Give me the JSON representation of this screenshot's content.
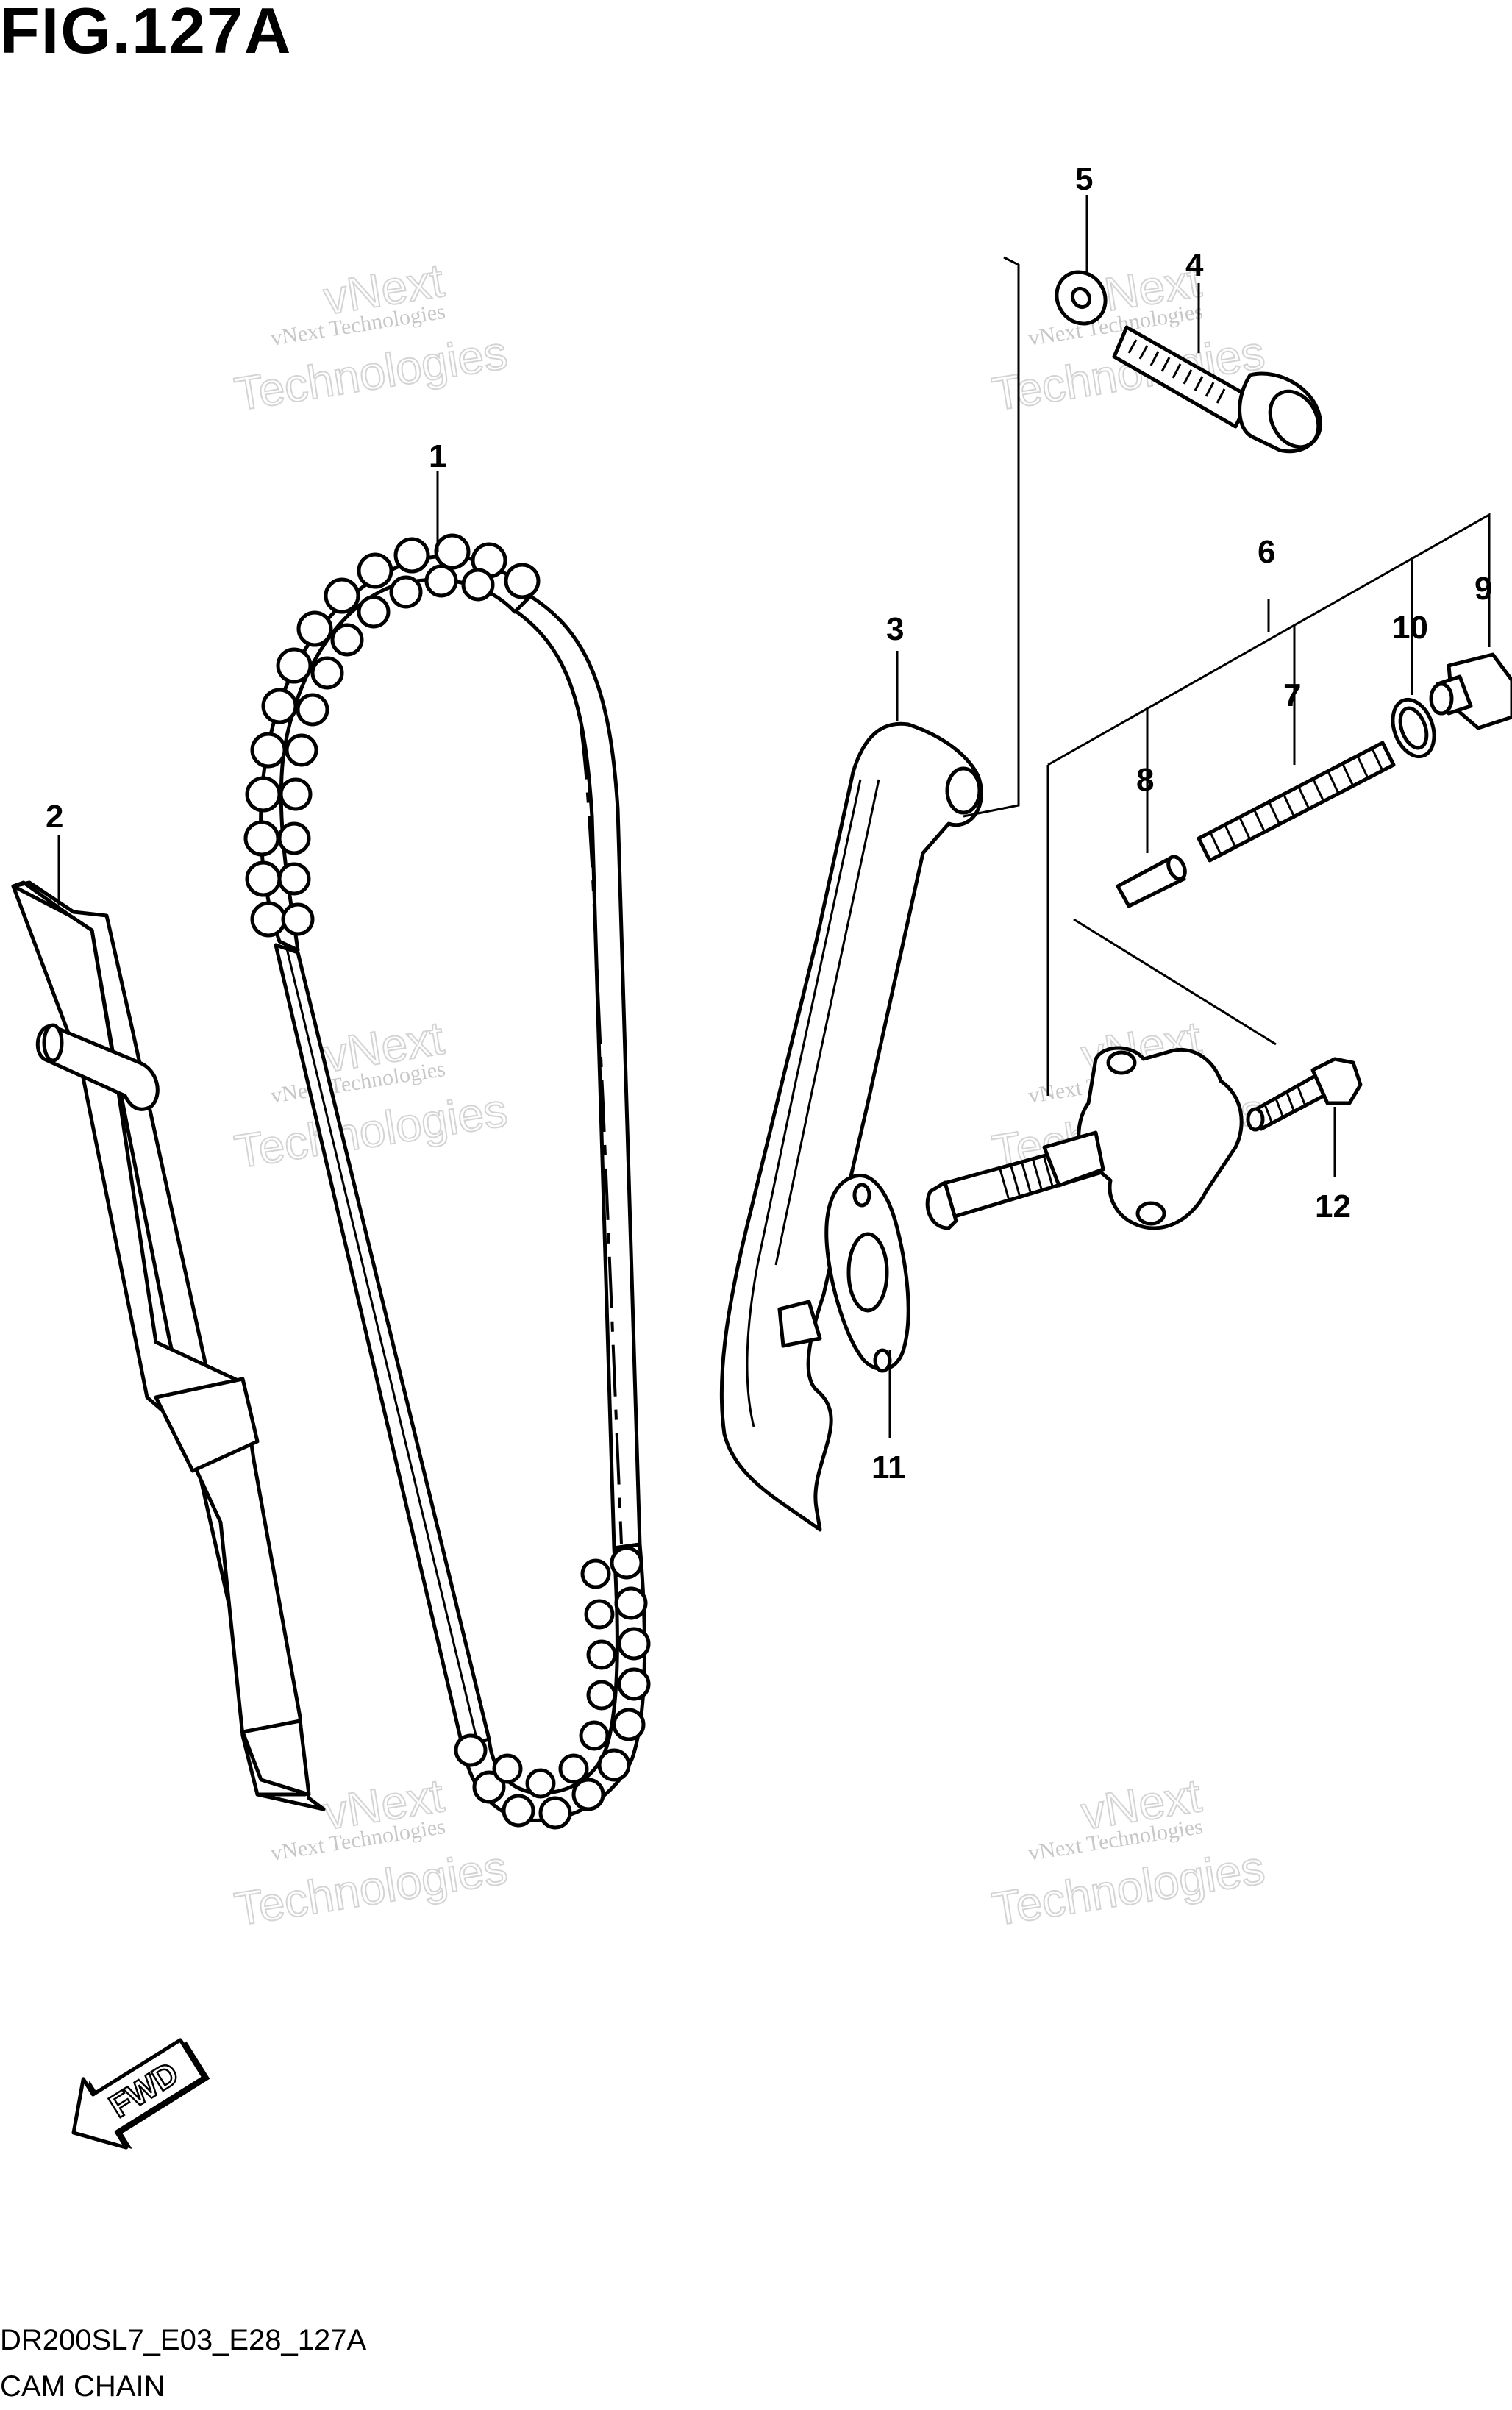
{
  "figure": {
    "title": "FIG.127A",
    "model_code": "DR200SL7_E03_E28_127A",
    "caption": "CAM CHAIN"
  },
  "watermark": {
    "line1": "vNext Technologies",
    "line2": "vNext",
    "line3": "Technologies"
  },
  "fwd_label": "FWD",
  "callouts": [
    {
      "id": "1",
      "label": "1"
    },
    {
      "id": "2",
      "label": "2"
    },
    {
      "id": "3",
      "label": "3"
    },
    {
      "id": "4",
      "label": "4"
    },
    {
      "id": "5",
      "label": "5"
    },
    {
      "id": "6",
      "label": "6"
    },
    {
      "id": "7",
      "label": "7"
    },
    {
      "id": "8",
      "label": "8"
    },
    {
      "id": "9",
      "label": "9"
    },
    {
      "id": "10",
      "label": "10"
    },
    {
      "id": "11",
      "label": "11"
    },
    {
      "id": "12",
      "label": "12"
    }
  ]
}
